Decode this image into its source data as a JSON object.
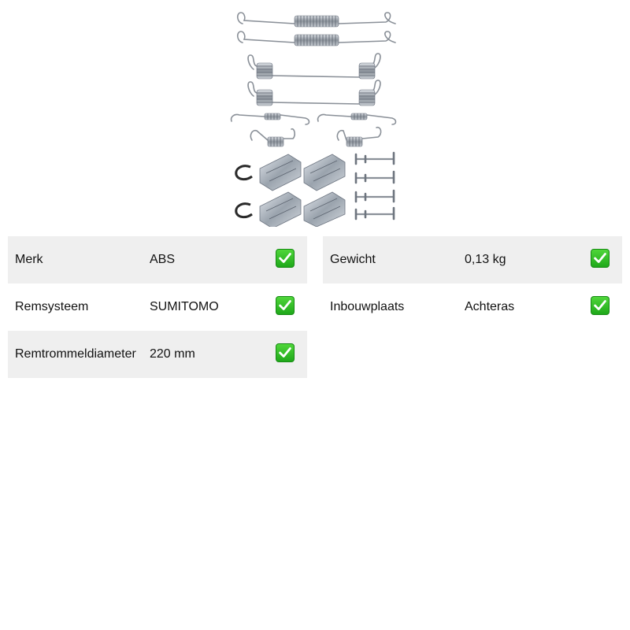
{
  "specs_left": [
    {
      "label": "Merk",
      "value": "ABS"
    },
    {
      "label": "Remsysteem",
      "value": "SUMITOMO"
    },
    {
      "label": "Remtrommeldiameter",
      "value": "220 mm"
    }
  ],
  "specs_right": [
    {
      "label": "Gewicht",
      "value": "0,13 kg"
    },
    {
      "label": "Inbouwplaats",
      "value": "Achteras"
    }
  ],
  "icons": {
    "status": "check-mark-icon",
    "product": "brake-accessory-kit-image"
  },
  "colors": {
    "row_shade": "#efefef",
    "check_green": "#2bbf22"
  }
}
